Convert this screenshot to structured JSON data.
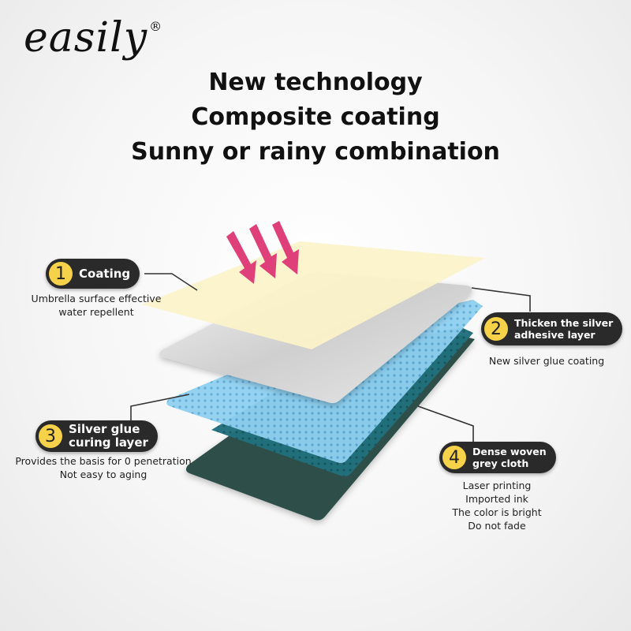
{
  "brand": {
    "name": "easily",
    "registered": "®"
  },
  "headline": {
    "line1": "New technology",
    "line2": "Composite coating",
    "line3": "Sunny or rainy combination"
  },
  "layers": [
    {
      "number": "1",
      "label": "Coating",
      "description": [
        "Umbrella surface effective",
        "water repellent"
      ]
    },
    {
      "number": "2",
      "label": "Thicken the silver adhesive layer",
      "label_lines": [
        "Thicken the silver",
        "adhesive layer"
      ],
      "description": [
        "New silver glue coating"
      ]
    },
    {
      "number": "3",
      "label": "Silver glue curing layer",
      "label_lines": [
        "Silver glue",
        "curing layer"
      ],
      "description": [
        "Provides the basis for 0 penetration",
        "Not easy to aging"
      ]
    },
    {
      "number": "4",
      "label": "Dense woven grey cloth",
      "label_lines": [
        "Dense woven",
        "grey cloth"
      ],
      "description": [
        "Laser printing",
        "Imported ink",
        "The color is bright",
        "Do not fade"
      ]
    }
  ],
  "colors": {
    "coating": "#fbf3c8",
    "silver": "#d8d8d8",
    "blue_dots": "#8fd0f0",
    "teal": "#22707e",
    "green_cloth": "#2e4f48",
    "arrows": "#e0407a",
    "pill": "#2a2a2a",
    "number_circle": "#f5d24a"
  },
  "icons": [
    "down-arrow-icon"
  ]
}
